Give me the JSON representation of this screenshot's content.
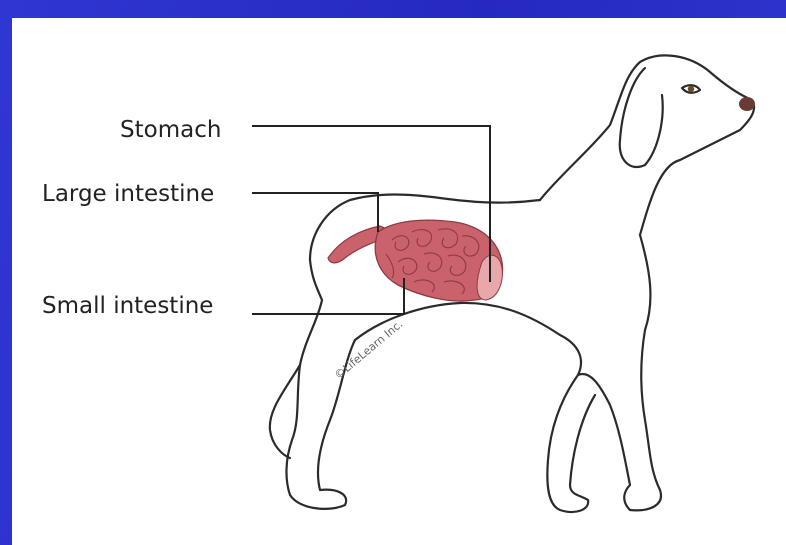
{
  "labels": {
    "stomach": "Stomach",
    "large_intestine": "Large intestine",
    "small_intestine": "Small intestine"
  },
  "copyright": "©LifeLearn Inc.",
  "colors": {
    "background": "#2a2fc8",
    "organ": "#c9626a",
    "organ_light": "#e7a8ab",
    "outline": "#222222"
  }
}
